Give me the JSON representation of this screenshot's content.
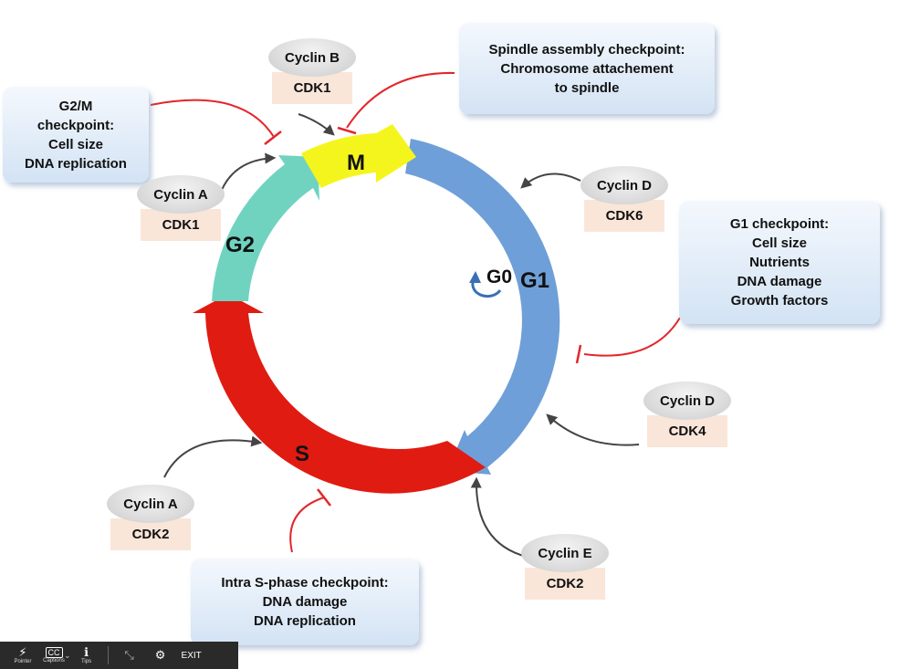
{
  "phases": {
    "m": "M",
    "g1": "G1",
    "g0": "G0",
    "s": "S",
    "g2": "G2"
  },
  "checkpoints": {
    "g2m": [
      "G2/M",
      "checkpoint:",
      "Cell size",
      "DNA replication"
    ],
    "spindle": [
      "Spindle assembly checkpoint:",
      "Chromosome attachement",
      "to spindle"
    ],
    "g1": [
      "G1 checkpoint:",
      "Cell size",
      "Nutrients",
      "DNA damage",
      "Growth factors"
    ],
    "intra_s": [
      "Intra S-phase checkpoint:",
      "DNA damage",
      "DNA replication"
    ]
  },
  "complexes": {
    "cyclin_b_cdk1": {
      "cyclin": "Cyclin B",
      "cdk": "CDK1"
    },
    "cyclin_a_cdk1": {
      "cyclin": "Cyclin A",
      "cdk": "CDK1"
    },
    "cyclin_d_cdk6": {
      "cyclin": "Cyclin D",
      "cdk": "CDK6"
    },
    "cyclin_d_cdk4": {
      "cyclin": "Cyclin D",
      "cdk": "CDK4"
    },
    "cyclin_e_cdk2": {
      "cyclin": "Cyclin E",
      "cdk": "CDK2"
    },
    "cyclin_a_cdk2": {
      "cyclin": "Cyclin A",
      "cdk": "CDK2"
    }
  },
  "colors": {
    "m": "#f5f51e",
    "g1": "#6f9fd8",
    "s": "#e01b12",
    "g2": "#6fd3c0",
    "inhibit": "#e3262b",
    "activate": "#444444"
  },
  "toolbar": {
    "pointer": "Pointer",
    "captions": "Captions",
    "tips": "Tips",
    "exit": "EXIT"
  }
}
